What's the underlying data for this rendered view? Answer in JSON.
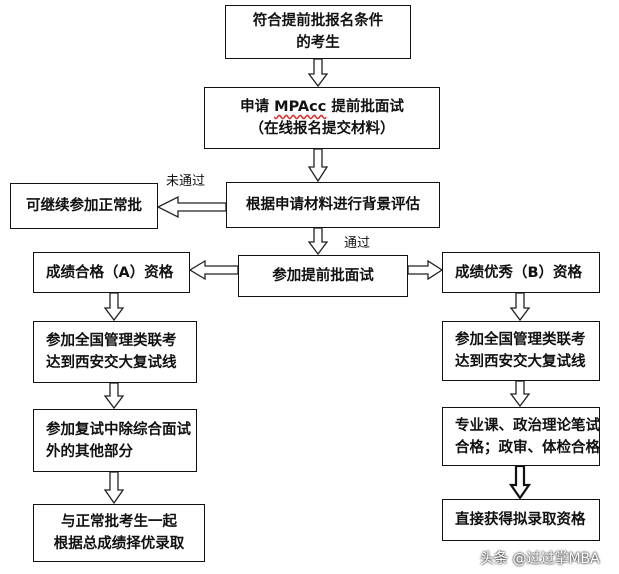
{
  "boxes": {
    "b1": {
      "lines": [
        "符合提前批报名条件",
        "的考生"
      ]
    },
    "b2": {
      "line1_pre": "申请 ",
      "line1_mpacc": "MPAcc",
      "line1_post": " 提前批面试",
      "line2": "（在线报名提交材料）"
    },
    "b3": {
      "lines": [
        "根据申请材料进行背景评估"
      ]
    },
    "b_fail": {
      "lines": [
        "可继续参加正常批"
      ]
    },
    "b4": {
      "lines": [
        "参加提前批面试"
      ]
    },
    "a1": {
      "lines": [
        "成绩合格（A）资格"
      ]
    },
    "a2": {
      "lines": [
        "参加全国管理类联考",
        "达到西安交大复试线"
      ]
    },
    "a3": {
      "lines": [
        "参加复试中除综合面试",
        "外的其他部分"
      ]
    },
    "a4": {
      "lines": [
        "与正常批考生一起",
        "根据总成绩择优录取"
      ]
    },
    "b1r": {
      "lines": [
        "成绩优秀（B）资格"
      ]
    },
    "b2r": {
      "lines": [
        "参加全国管理类联考",
        "达到西安交大复试线"
      ]
    },
    "b3r": {
      "lines": [
        "专业课、政治理论笔试",
        "合格；政审、体检合格"
      ]
    },
    "b4r": {
      "lines": [
        "直接获得拟录取资格"
      ]
    }
  },
  "labels": {
    "not_passed": "未通过",
    "passed": "通过"
  },
  "watermark": "头条 @过过掌MBA"
}
